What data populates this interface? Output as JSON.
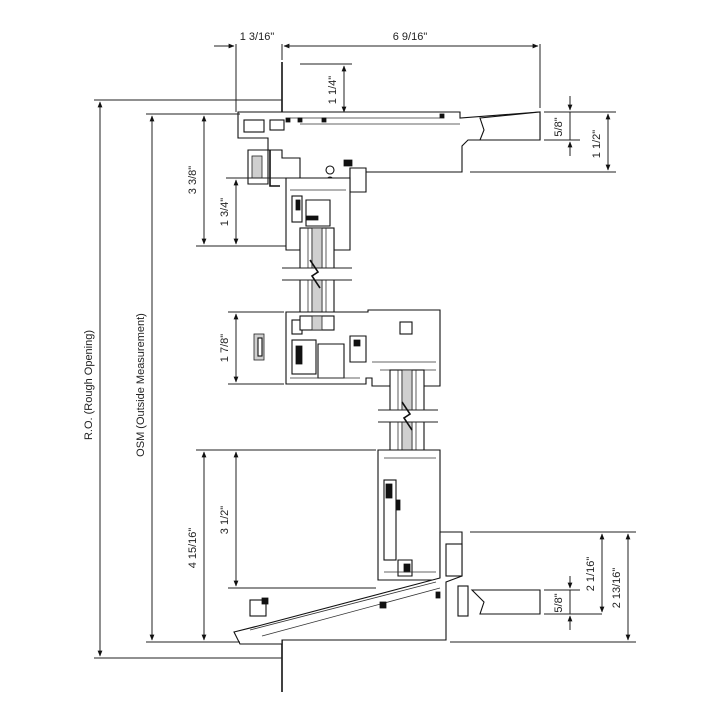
{
  "dimensions": {
    "top_left_width": "1 3/16\"",
    "top_right_width": "6 9/16\"",
    "head_offset": "1 1/4\"",
    "head_lip": "5/8\"",
    "head_depth": "1 1/2\"",
    "head_height": "3 3/8\"",
    "head_sash": "1 3/4\"",
    "meeting_rail": "1 7/8\"",
    "sill_sash": "3 1/2\"",
    "sill_height": "4 15/16\"",
    "sill_depth_inner": "2 1/16\"",
    "sill_depth_outer": "2 13/16\"",
    "sill_lip": "5/8\""
  },
  "labels": {
    "rough_opening": "R.O. (Rough Opening)",
    "outside_measurement": "OSM (Outside Measurement)"
  }
}
